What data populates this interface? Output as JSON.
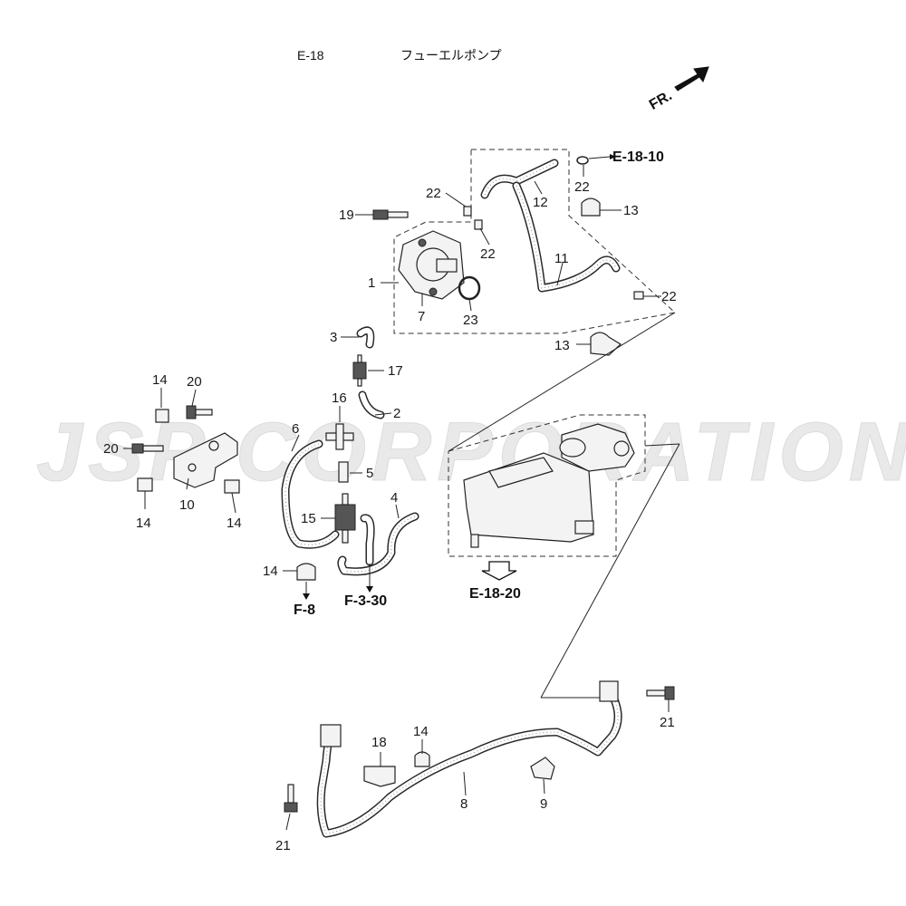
{
  "header": {
    "section_code": "E-18",
    "section_title": "フューエルポンプ",
    "front_indicator": "FR."
  },
  "watermark": "JSP CORPORATION",
  "part_labels": {
    "p1": "1",
    "p2": "2",
    "p3": "3",
    "p4": "4",
    "p5": "5",
    "p6": "6",
    "p7": "7",
    "p8": "8",
    "p9": "9",
    "p10": "10",
    "p11": "11",
    "p12": "12",
    "p13a": "13",
    "p13b": "13",
    "p14a": "14",
    "p14b": "14",
    "p14c": "14",
    "p14d": "14",
    "p14e": "14",
    "p15": "15",
    "p16": "16",
    "p17": "17",
    "p18": "18",
    "p19": "19",
    "p20a": "20",
    "p20b": "20",
    "p21a": "21",
    "p21b": "21",
    "p22a": "22",
    "p22b": "22",
    "p22c": "22",
    "p22d": "22",
    "p23": "23"
  },
  "references": {
    "e18_10": "E-18-10",
    "e18_20": "E-18-20",
    "f8": "F-8",
    "f3_30": "F-3-30"
  }
}
